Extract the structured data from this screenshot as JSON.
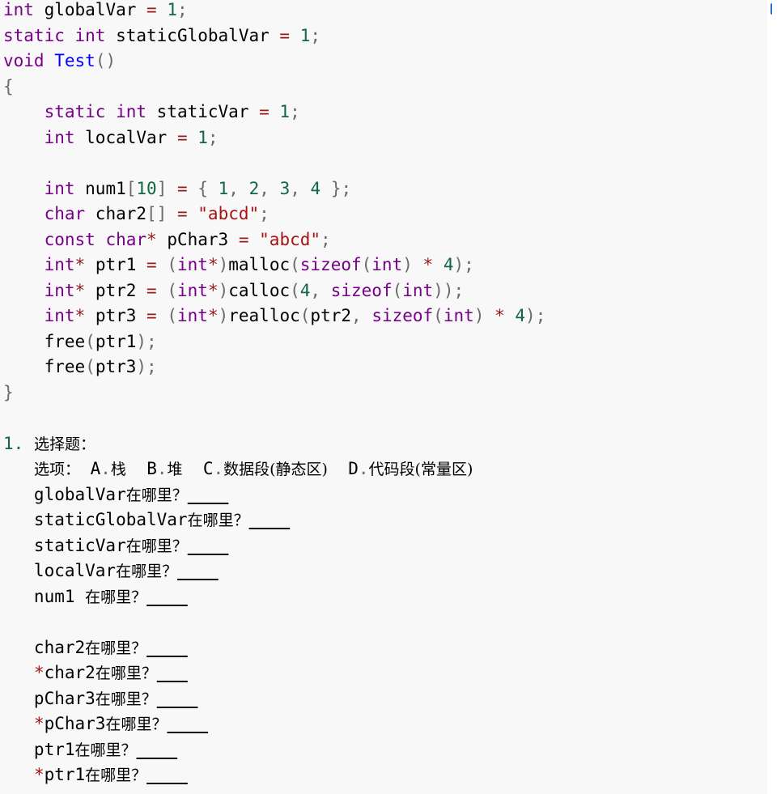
{
  "scroll": {
    "edge_color": "#2a75c8"
  },
  "colors": {
    "keyword": "#770088",
    "function": "#0000ff",
    "number": "#116644",
    "string": "#aa1111",
    "operator": "#981a1a",
    "punctuation": "#6a6a6a",
    "background": "#f8f8f8"
  },
  "code_lines": [
    [
      {
        "t": "kw",
        "v": "int"
      },
      {
        "t": "pl",
        "v": " globalVar "
      },
      {
        "t": "op",
        "v": "="
      },
      {
        "t": "pl",
        "v": " "
      },
      {
        "t": "num",
        "v": "1"
      },
      {
        "t": "pun",
        "v": ";"
      }
    ],
    [
      {
        "t": "kw",
        "v": "static"
      },
      {
        "t": "pl",
        "v": " "
      },
      {
        "t": "kw",
        "v": "int"
      },
      {
        "t": "pl",
        "v": " staticGlobalVar "
      },
      {
        "t": "op",
        "v": "="
      },
      {
        "t": "pl",
        "v": " "
      },
      {
        "t": "num",
        "v": "1"
      },
      {
        "t": "pun",
        "v": ";"
      }
    ],
    [
      {
        "t": "kw",
        "v": "void"
      },
      {
        "t": "pl",
        "v": " "
      },
      {
        "t": "fn",
        "v": "Test"
      },
      {
        "t": "pun",
        "v": "()"
      }
    ],
    [
      {
        "t": "pun",
        "v": "{"
      }
    ],
    [
      {
        "t": "pl",
        "v": "    "
      },
      {
        "t": "kw",
        "v": "static"
      },
      {
        "t": "pl",
        "v": " "
      },
      {
        "t": "kw",
        "v": "int"
      },
      {
        "t": "pl",
        "v": " staticVar "
      },
      {
        "t": "op",
        "v": "="
      },
      {
        "t": "pl",
        "v": " "
      },
      {
        "t": "num",
        "v": "1"
      },
      {
        "t": "pun",
        "v": ";"
      }
    ],
    [
      {
        "t": "pl",
        "v": "    "
      },
      {
        "t": "kw",
        "v": "int"
      },
      {
        "t": "pl",
        "v": " localVar "
      },
      {
        "t": "op",
        "v": "="
      },
      {
        "t": "pl",
        "v": " "
      },
      {
        "t": "num",
        "v": "1"
      },
      {
        "t": "pun",
        "v": ";"
      }
    ],
    [],
    [
      {
        "t": "pl",
        "v": "    "
      },
      {
        "t": "kw",
        "v": "int"
      },
      {
        "t": "pl",
        "v": " num1"
      },
      {
        "t": "pun",
        "v": "["
      },
      {
        "t": "num",
        "v": "10"
      },
      {
        "t": "pun",
        "v": "]"
      },
      {
        "t": "pl",
        "v": " "
      },
      {
        "t": "op",
        "v": "="
      },
      {
        "t": "pl",
        "v": " "
      },
      {
        "t": "pun",
        "v": "{"
      },
      {
        "t": "pl",
        "v": " "
      },
      {
        "t": "num",
        "v": "1"
      },
      {
        "t": "pun",
        "v": ","
      },
      {
        "t": "pl",
        "v": " "
      },
      {
        "t": "num",
        "v": "2"
      },
      {
        "t": "pun",
        "v": ","
      },
      {
        "t": "pl",
        "v": " "
      },
      {
        "t": "num",
        "v": "3"
      },
      {
        "t": "pun",
        "v": ","
      },
      {
        "t": "pl",
        "v": " "
      },
      {
        "t": "num",
        "v": "4"
      },
      {
        "t": "pl",
        "v": " "
      },
      {
        "t": "pun",
        "v": "};"
      }
    ],
    [
      {
        "t": "pl",
        "v": "    "
      },
      {
        "t": "kw",
        "v": "char"
      },
      {
        "t": "pl",
        "v": " char2"
      },
      {
        "t": "pun",
        "v": "[]"
      },
      {
        "t": "pl",
        "v": " "
      },
      {
        "t": "op",
        "v": "="
      },
      {
        "t": "pl",
        "v": " "
      },
      {
        "t": "str",
        "v": "\"abcd\""
      },
      {
        "t": "pun",
        "v": ";"
      }
    ],
    [
      {
        "t": "pl",
        "v": "    "
      },
      {
        "t": "kw",
        "v": "const"
      },
      {
        "t": "pl",
        "v": " "
      },
      {
        "t": "kw",
        "v": "char"
      },
      {
        "t": "op",
        "v": "*"
      },
      {
        "t": "pl",
        "v": " pChar3 "
      },
      {
        "t": "op",
        "v": "="
      },
      {
        "t": "pl",
        "v": " "
      },
      {
        "t": "str",
        "v": "\"abcd\""
      },
      {
        "t": "pun",
        "v": ";"
      }
    ],
    [
      {
        "t": "pl",
        "v": "    "
      },
      {
        "t": "kw",
        "v": "int"
      },
      {
        "t": "op",
        "v": "*"
      },
      {
        "t": "pl",
        "v": " ptr1 "
      },
      {
        "t": "op",
        "v": "="
      },
      {
        "t": "pl",
        "v": " "
      },
      {
        "t": "pun",
        "v": "("
      },
      {
        "t": "kw",
        "v": "int"
      },
      {
        "t": "op",
        "v": "*"
      },
      {
        "t": "pun",
        "v": ")"
      },
      {
        "t": "pl",
        "v": "malloc"
      },
      {
        "t": "pun",
        "v": "("
      },
      {
        "t": "kw",
        "v": "sizeof"
      },
      {
        "t": "pun",
        "v": "("
      },
      {
        "t": "kw",
        "v": "int"
      },
      {
        "t": "pun",
        "v": ")"
      },
      {
        "t": "pl",
        "v": " "
      },
      {
        "t": "op",
        "v": "*"
      },
      {
        "t": "pl",
        "v": " "
      },
      {
        "t": "num",
        "v": "4"
      },
      {
        "t": "pun",
        "v": ");"
      }
    ],
    [
      {
        "t": "pl",
        "v": "    "
      },
      {
        "t": "kw",
        "v": "int"
      },
      {
        "t": "op",
        "v": "*"
      },
      {
        "t": "pl",
        "v": " ptr2 "
      },
      {
        "t": "op",
        "v": "="
      },
      {
        "t": "pl",
        "v": " "
      },
      {
        "t": "pun",
        "v": "("
      },
      {
        "t": "kw",
        "v": "int"
      },
      {
        "t": "op",
        "v": "*"
      },
      {
        "t": "pun",
        "v": ")"
      },
      {
        "t": "pl",
        "v": "calloc"
      },
      {
        "t": "pun",
        "v": "("
      },
      {
        "t": "num",
        "v": "4"
      },
      {
        "t": "pun",
        "v": ","
      },
      {
        "t": "pl",
        "v": " "
      },
      {
        "t": "kw",
        "v": "sizeof"
      },
      {
        "t": "pun",
        "v": "("
      },
      {
        "t": "kw",
        "v": "int"
      },
      {
        "t": "pun",
        "v": "));"
      }
    ],
    [
      {
        "t": "pl",
        "v": "    "
      },
      {
        "t": "kw",
        "v": "int"
      },
      {
        "t": "op",
        "v": "*"
      },
      {
        "t": "pl",
        "v": " ptr3 "
      },
      {
        "t": "op",
        "v": "="
      },
      {
        "t": "pl",
        "v": " "
      },
      {
        "t": "pun",
        "v": "("
      },
      {
        "t": "kw",
        "v": "int"
      },
      {
        "t": "op",
        "v": "*"
      },
      {
        "t": "pun",
        "v": ")"
      },
      {
        "t": "pl",
        "v": "realloc"
      },
      {
        "t": "pun",
        "v": "("
      },
      {
        "t": "pl",
        "v": "ptr2"
      },
      {
        "t": "pun",
        "v": ","
      },
      {
        "t": "pl",
        "v": " "
      },
      {
        "t": "kw",
        "v": "sizeof"
      },
      {
        "t": "pun",
        "v": "("
      },
      {
        "t": "kw",
        "v": "int"
      },
      {
        "t": "pun",
        "v": ")"
      },
      {
        "t": "pl",
        "v": " "
      },
      {
        "t": "op",
        "v": "*"
      },
      {
        "t": "pl",
        "v": " "
      },
      {
        "t": "num",
        "v": "4"
      },
      {
        "t": "pun",
        "v": ");"
      }
    ],
    [
      {
        "t": "pl",
        "v": "    free"
      },
      {
        "t": "pun",
        "v": "("
      },
      {
        "t": "pl",
        "v": "ptr1"
      },
      {
        "t": "pun",
        "v": ");"
      }
    ],
    [
      {
        "t": "pl",
        "v": "    free"
      },
      {
        "t": "pun",
        "v": "("
      },
      {
        "t": "pl",
        "v": "ptr3"
      },
      {
        "t": "pun",
        "v": ");"
      }
    ],
    [
      {
        "t": "pun",
        "v": "}"
      }
    ],
    [],
    [
      {
        "t": "mark",
        "v": "1."
      },
      {
        "t": "pl",
        "v": " "
      },
      {
        "t": "cjk",
        "v": "选择题："
      }
    ],
    [
      {
        "t": "pl",
        "v": "   "
      },
      {
        "t": "cjk",
        "v": "选项："
      },
      {
        "t": "pl",
        "v": " A"
      },
      {
        "t": "pun",
        "v": "."
      },
      {
        "t": "cjk",
        "v": "栈"
      },
      {
        "t": "pl",
        "v": "  B"
      },
      {
        "t": "pun",
        "v": "."
      },
      {
        "t": "cjk",
        "v": "堆"
      },
      {
        "t": "pl",
        "v": "  C"
      },
      {
        "t": "pun",
        "v": "."
      },
      {
        "t": "cjk",
        "v": "数据段(静态区)"
      },
      {
        "t": "pl",
        "v": "  D"
      },
      {
        "t": "pun",
        "v": "."
      },
      {
        "t": "cjk",
        "v": "代码段(常量区)"
      }
    ],
    [
      {
        "t": "pl",
        "v": "   globalVar"
      },
      {
        "t": "cjk",
        "v": "在哪里？"
      },
      {
        "t": "blank",
        "v": "    "
      }
    ],
    [
      {
        "t": "pl",
        "v": "   staticGlobalVar"
      },
      {
        "t": "cjk",
        "v": "在哪里？"
      },
      {
        "t": "blank",
        "v": "    "
      }
    ],
    [
      {
        "t": "pl",
        "v": "   staticVar"
      },
      {
        "t": "cjk",
        "v": "在哪里？"
      },
      {
        "t": "blank",
        "v": "    "
      }
    ],
    [
      {
        "t": "pl",
        "v": "   localVar"
      },
      {
        "t": "cjk",
        "v": "在哪里？"
      },
      {
        "t": "blank",
        "v": "    "
      }
    ],
    [
      {
        "t": "pl",
        "v": "   num1 "
      },
      {
        "t": "cjk",
        "v": "在哪里？"
      },
      {
        "t": "blank",
        "v": "    "
      }
    ],
    [],
    [
      {
        "t": "pl",
        "v": "   char2"
      },
      {
        "t": "cjk",
        "v": "在哪里？"
      },
      {
        "t": "blank",
        "v": "    "
      }
    ],
    [
      {
        "t": "pl",
        "v": "   "
      },
      {
        "t": "ast",
        "v": "*"
      },
      {
        "t": "pl",
        "v": "char2"
      },
      {
        "t": "cjk",
        "v": "在哪里？"
      },
      {
        "t": "blank",
        "v": "   "
      }
    ],
    [
      {
        "t": "pl",
        "v": "   pChar3"
      },
      {
        "t": "cjk",
        "v": "在哪里？"
      },
      {
        "t": "blank",
        "v": "    "
      }
    ],
    [
      {
        "t": "pl",
        "v": "   "
      },
      {
        "t": "ast",
        "v": "*"
      },
      {
        "t": "pl",
        "v": "pChar3"
      },
      {
        "t": "cjk",
        "v": "在哪里？"
      },
      {
        "t": "blank",
        "v": "    "
      }
    ],
    [
      {
        "t": "pl",
        "v": "   ptr1"
      },
      {
        "t": "cjk",
        "v": "在哪里？"
      },
      {
        "t": "blank",
        "v": "    "
      }
    ],
    [
      {
        "t": "pl",
        "v": "   "
      },
      {
        "t": "ast",
        "v": "*"
      },
      {
        "t": "pl",
        "v": "ptr1"
      },
      {
        "t": "cjk",
        "v": "在哪里？"
      },
      {
        "t": "blank",
        "v": "    "
      }
    ]
  ]
}
